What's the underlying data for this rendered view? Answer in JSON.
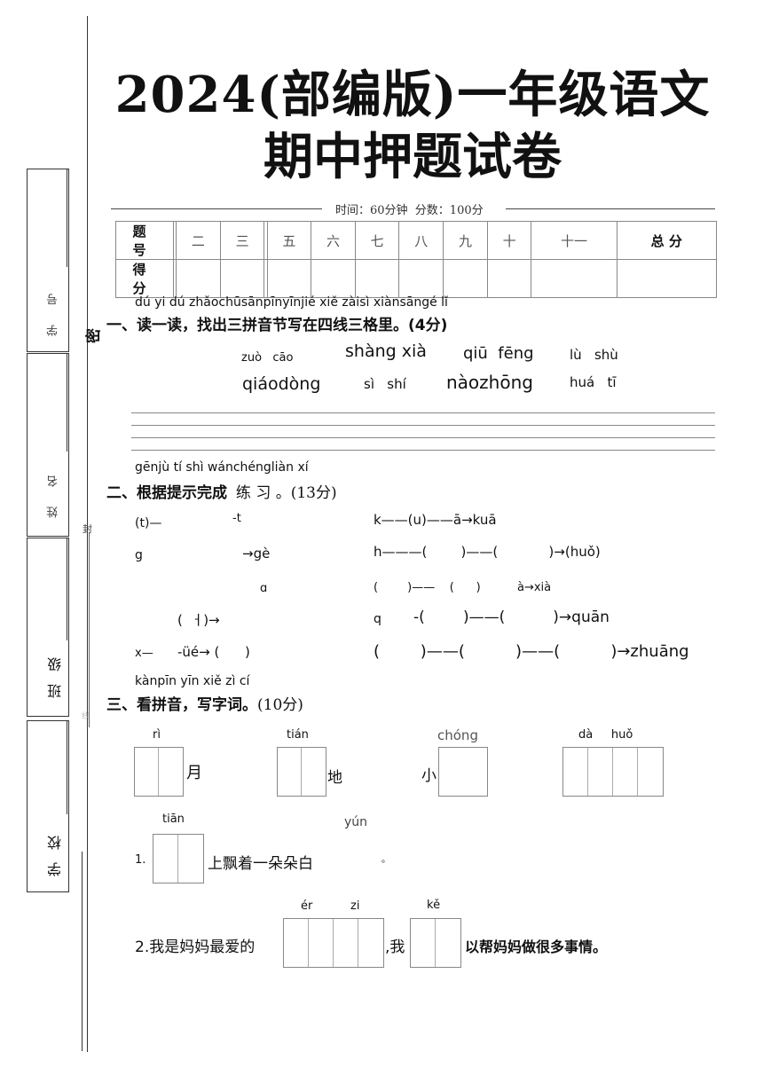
{
  "strip": {
    "mi": "密",
    "feng": "封",
    "xian": "线",
    "xuehao": "学号",
    "xingming": "姓名",
    "banji": "班级",
    "xuexiao": "学校"
  },
  "title": {
    "line1": "2024(部编版)一年级语文",
    "line2": "期中押题试卷"
  },
  "info": "时间：60分钟  分数：100分",
  "score_table": {
    "row1_head": "题 号",
    "cols": [
      "",
      "二",
      "三",
      "",
      "五",
      "六",
      "七",
      "八",
      "九",
      "十",
      "十一",
      "总 分"
    ],
    "row2_head": "得 分"
  },
  "section1": {
    "pinyin": "dú yi dú zhǎochūsānpīnyīnjié xiě zàisì xiànsāngé lǐ",
    "title": "一、读一读，找出三拼音节写在四线三格里。(4分)",
    "words": {
      "w1": "zuò   cāo",
      "w2": "shàng xià",
      "w3": "qiū  fēng",
      "w4": "lù   shù",
      "w5": "qiáodòng",
      "w6": "sì   shí",
      "w7": "nàozhōng",
      "w8": "huá   tī"
    }
  },
  "section2": {
    "pinyin": "gēnjù tí shì wánchéngliàn xí",
    "title": "二、根据提示完成",
    "title_rest": "练 习 。(13分)",
    "left": {
      "l1a": "(t)—",
      "l1b": "-t",
      "l2a": "g",
      "l2b": "→gè",
      "l3": "ɑ",
      "l4": "(  ㅓ)→",
      "l5a": "x—",
      "l5b": "-üé→ (      )"
    },
    "right": {
      "r1": "k——(u)——ā→kuā",
      "r2": "h———(        )——(            )→(huǒ)",
      "r3": "(        )——    (      )          à→xià",
      "r4a": "q",
      "r4b": "-(        )——(          )→quān",
      "r5": "(        )——(          )——(          )→zhuāng"
    }
  },
  "section3": {
    "pinyin": "kànpīn yīn xiě zì cí",
    "title": "三、看拼音，写字词。",
    "score": "(10分)",
    "items": {
      "p1": "rì",
      "c1": "月",
      "p2": "tián",
      "c2": "地",
      "p3": "chóng",
      "c3": "小",
      "p4": "dà     huǒ",
      "p5": "tiān",
      "p6": "yún",
      "s1_num": "1.",
      "s1_text": "上飘着一朵朵白",
      "s1_end": "。",
      "p7a": "ér",
      "p7b": "zi",
      "p8": "kě",
      "s2_a": "2.我是妈妈最爱的",
      "s2_b": ",我",
      "s2_c": "以帮妈妈做很多事情。"
    }
  }
}
